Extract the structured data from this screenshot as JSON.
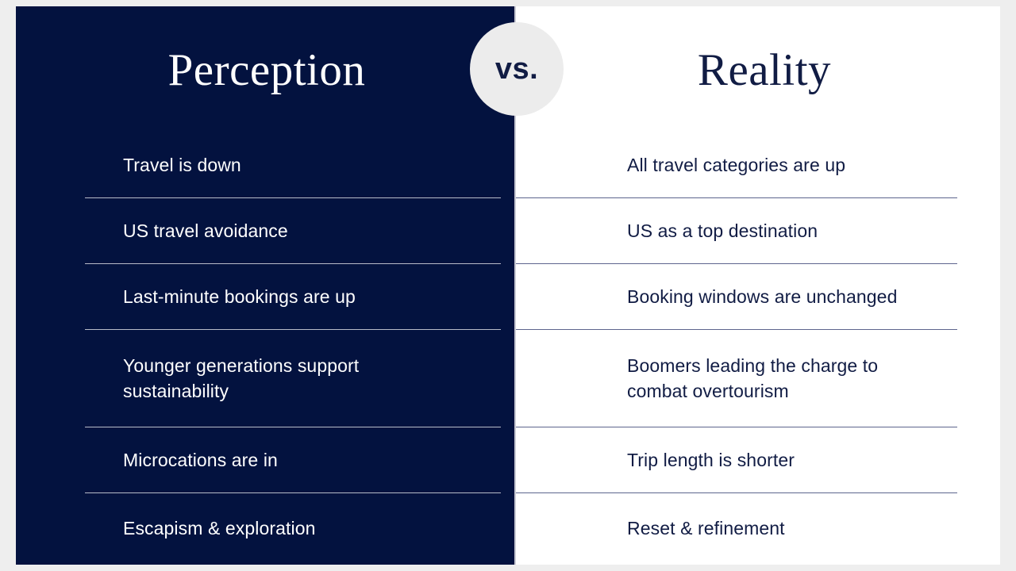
{
  "slide": {
    "background_color": "#ffffff",
    "page_background_color": "#eeeeee",
    "navy_color": "#03123f",
    "navy_text_color": "#111c44",
    "divider_left_color": "#b9bcc9",
    "divider_right_color": "#5d658d",
    "vs_circle_color": "#ececec"
  },
  "headings": {
    "left": "Perception",
    "right": "Reality",
    "separator": "vs."
  },
  "rows": [
    {
      "perception": "Travel is down",
      "reality": "All travel categories are up"
    },
    {
      "perception": "US travel avoidance",
      "reality": "US as a top destination"
    },
    {
      "perception": "Last-minute bookings are up",
      "reality": "Booking windows are unchanged"
    },
    {
      "perception": "Younger generations support sustainability",
      "reality": "Boomers leading the charge to combat overtourism"
    },
    {
      "perception": "Microcations are in",
      "reality": "Trip length is shorter"
    },
    {
      "perception": "Escapism & exploration",
      "reality": "Reset & refinement"
    }
  ]
}
